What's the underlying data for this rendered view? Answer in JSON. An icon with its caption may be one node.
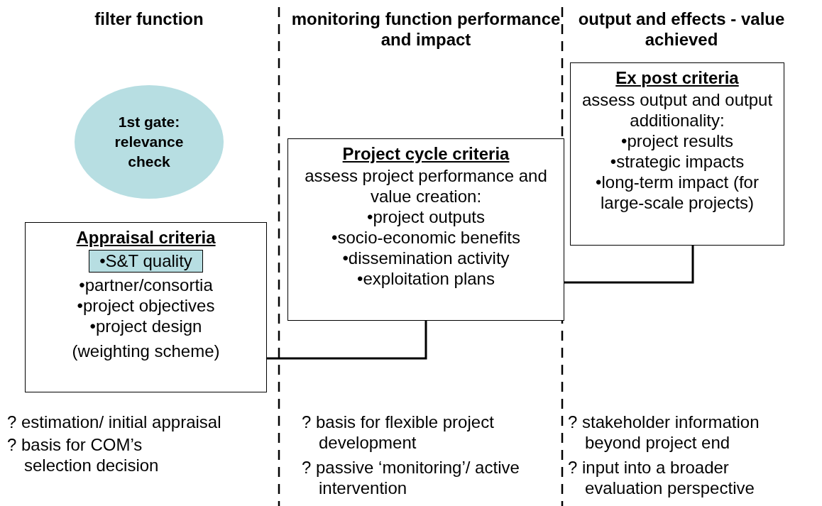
{
  "diagram": {
    "nodes": [
      {
        "text": [
          "1st gate: relevance check"
        ]
      },
      {
        "text": [
          "Appraisal criteria",
          "•partner/consortia",
          "•project objectives",
          "•project design",
          "(weighting scheme)"
        ]
      },
      {
        "text": [
          "•S&T quality"
        ],
        "in": 1
      },
      {
        "text": [
          "Project cycle criteria",
          "assess project performance and value creation:",
          "•project outputs",
          "•socio-economic benefits",
          "•dissemination activity",
          "•exploitation plans"
        ]
      },
      {
        "text": [
          "Ex post criteria",
          "assess output and output additionality:",
          "•project results",
          "•strategic impacts",
          "•long-term impact (for large-scale projects)"
        ]
      }
    ],
    "edges": [
      {
        "from": 1,
        "to": 3,
        "arrow": "none"
      },
      {
        "from": 3,
        "to": 4,
        "arrow": "none"
      }
    ],
    "labels": [
      "filter function",
      "monitoring function performance and impact",
      "output and effects - value achieved",
      "? estimation/ initial appraisal",
      "? basis for COM’s selection decision",
      "? basis for flexible project development",
      "? passive ‘monitoring’/ active intervention",
      "? stakeholder information beyond project end",
      "? input into a broader evaluation perspective"
    ]
  }
}
